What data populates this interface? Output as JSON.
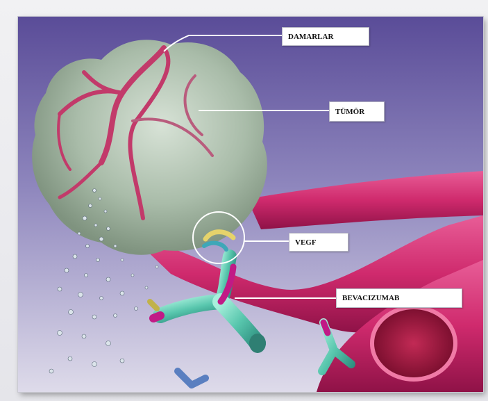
{
  "labels": {
    "vessels": "DAMARLAR",
    "tumor": "TÜMÖR",
    "vegf": "VEGF",
    "bevacizumab": "BEVACIZUMAB"
  },
  "colors": {
    "background_top": "#5c4f9a",
    "background_bottom": "#d9d6e8",
    "tumor": "#b7c9b7",
    "vessel": "#d0286e",
    "antibody": "#5ec8b4",
    "antibody_hinge": "#c11a86",
    "leader_line": "#ffffff"
  }
}
